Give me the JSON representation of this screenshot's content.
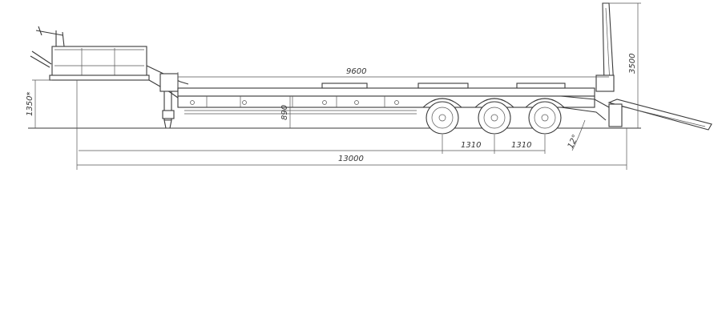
{
  "drawing": {
    "title": "",
    "dimensions": {
      "deck_length": "9600",
      "overall_length": "13000",
      "axle_spacing_1": "1310",
      "axle_spacing_2": "1310",
      "gooseneck_height": "1350*",
      "deck_height": "890",
      "ramp_height": "3500",
      "ramp_angle": "12°"
    }
  }
}
